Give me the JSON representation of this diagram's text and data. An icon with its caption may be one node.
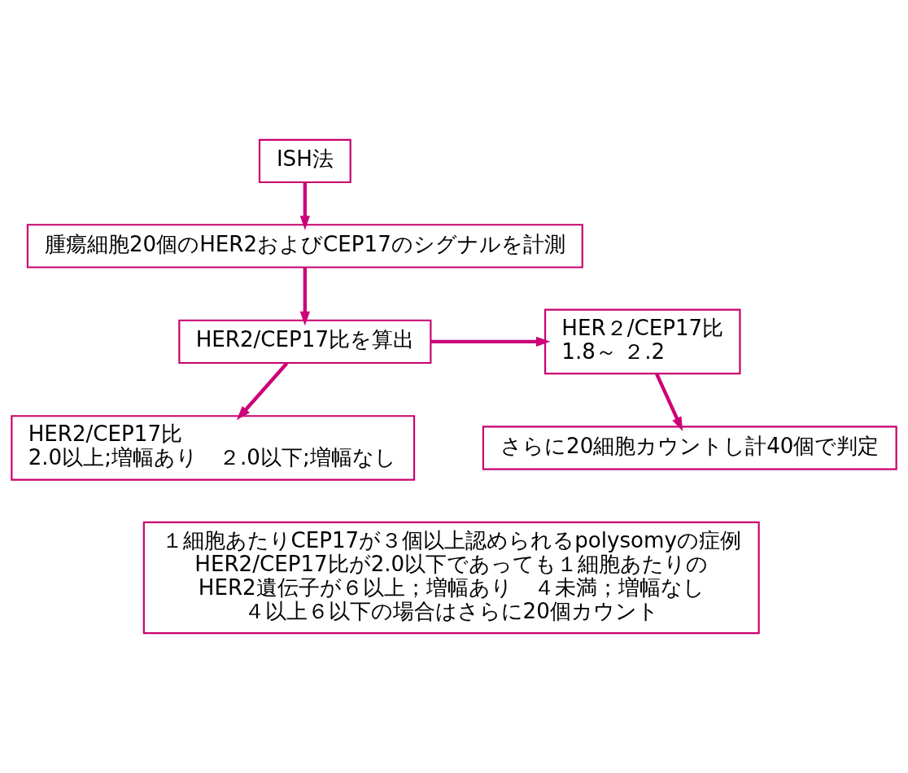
{
  "diagram": {
    "nodes": [
      {
        "text": [
          "ISH法"
        ]
      },
      {
        "text": [
          "腫瘍細胞20個のHER2およびCEP17のシグナルを計測"
        ]
      },
      {
        "text": [
          "HER2/CEP17比を算出"
        ]
      },
      {
        "text": [
          "HER２/CEP17比",
          "1.8～ ２.2"
        ]
      },
      {
        "text": [
          "HER2/CEP17比",
          "2.0以上;増幅あり　２.0以下;増幅なし"
        ]
      },
      {
        "text": [
          "さらに20細胞カウントし計40個で判定"
        ]
      },
      {
        "text": [
          "１細胞あたりCEP17が３個以上認められるpolysomyの症例",
          "HER2/CEP17比が2.0以下であっても１細胞あたりの",
          "HER2遺伝子が６以上；増幅あり　４未満；増幅なし",
          "４以上６以下の場合はさらに20個カウント"
        ]
      }
    ],
    "edges": [
      {
        "from": 0,
        "to": 1,
        "arrow": "to"
      },
      {
        "from": 1,
        "to": 2,
        "arrow": "to"
      },
      {
        "from": 2,
        "to": 3,
        "arrow": "to"
      },
      {
        "from": 2,
        "to": 4,
        "arrow": "to"
      },
      {
        "from": 3,
        "to": 5,
        "arrow": "to"
      }
    ]
  }
}
